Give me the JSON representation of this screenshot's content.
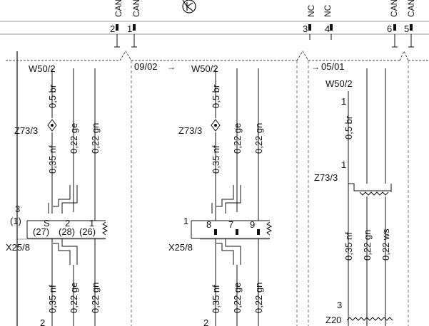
{
  "colors": {
    "line": "#111111",
    "dashed": "#777777",
    "grid": "#999999",
    "background": "#ffffff"
  },
  "header": {
    "pins": [
      {
        "signal": "CAN",
        "number": "2"
      },
      {
        "signal": "CAN",
        "number": "1"
      },
      {
        "signal": "NC",
        "number": "3"
      },
      {
        "signal": "NC",
        "number": "4"
      },
      {
        "signal": "CAN",
        "number": "6"
      },
      {
        "signal": "CAN",
        "number": "5"
      }
    ],
    "symbol_icon": "transistor-icon"
  },
  "panel1": {
    "connector": "W50/2",
    "wires_top": [
      "0,5 br",
      "0,35 nf",
      "0,22 ge",
      "0,22 gn"
    ],
    "splice": "Z73/3",
    "pin3": "3",
    "pin1_paren": "(1)",
    "terminal_labels": [
      "S",
      "2",
      "1"
    ],
    "terminal_paren": [
      "(27)",
      "(28)",
      "(26)"
    ],
    "connector_bottom": "X25/8",
    "wires_bottom": [
      "0,35 nf",
      "0,22 ge",
      "0,22 gn"
    ],
    "bottom_pin": "2"
  },
  "panel2": {
    "ref": "09/02",
    "arrow_icon": "right-arrow-icon",
    "connector": "W50/2",
    "wires_top": [
      "0,5 br",
      "0,35 nf",
      "0,22 ge",
      "0,22 gn"
    ],
    "splice": "Z73/3",
    "pin1": "1",
    "terminals": [
      "8",
      "7",
      "9"
    ],
    "connector_bottom": "X25/8",
    "wires_bottom": [
      "0,35 nf",
      "0,22 ge",
      "0,22 gn"
    ],
    "bottom_pin": "2"
  },
  "panel3": {
    "ref": "05/01",
    "arrow_icon": "right-arrow-icon",
    "connector": "W50/2",
    "pin1a": "1",
    "wire_br": "0,5 br",
    "pin1b": "1",
    "splice": "Z73/3",
    "wires": [
      "0,35 nf",
      "0,22 gn",
      "0,22 ws"
    ],
    "pin3": "3",
    "bottom": "Z20"
  }
}
